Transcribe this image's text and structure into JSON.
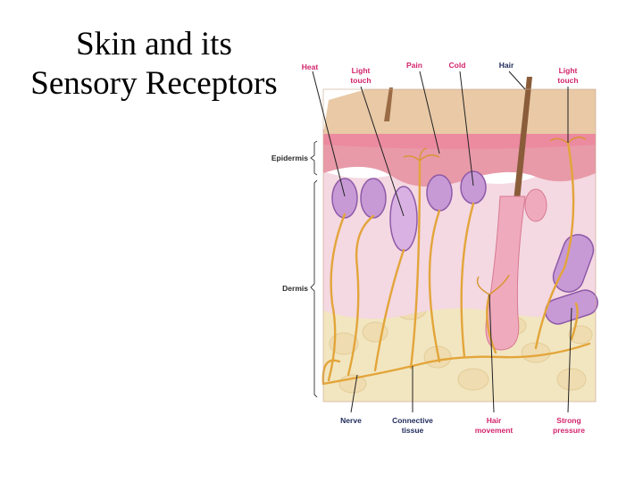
{
  "title": {
    "line1": "Skin and its",
    "line2": "Sensory Receptors"
  },
  "diagram": {
    "top_labels": {
      "heat": "Heat",
      "light_touch_1": [
        "Light",
        "touch"
      ],
      "pain": "Pain",
      "cold": "Cold",
      "hair": "Hair",
      "light_touch_2": [
        "Light",
        "touch"
      ]
    },
    "side_labels": {
      "epidermis": "Epidermis",
      "dermis": "Dermis"
    },
    "bottom_labels": {
      "nerve": "Nerve",
      "connective_tissue": [
        "Connective",
        "tissue"
      ],
      "hair_movement": [
        "Hair",
        "movement"
      ],
      "strong_pressure": [
        "Strong",
        "pressure"
      ]
    },
    "colors": {
      "label_pink": "#d2236b",
      "label_dark": "#1e2a5a",
      "surface": "#e9c9a6",
      "epidermis": "#e89aa8",
      "dermis": "#f4d8e2",
      "fat": "#f2e6c1",
      "nerve": "#e3a53a",
      "receptor": "#c79ad6"
    }
  }
}
